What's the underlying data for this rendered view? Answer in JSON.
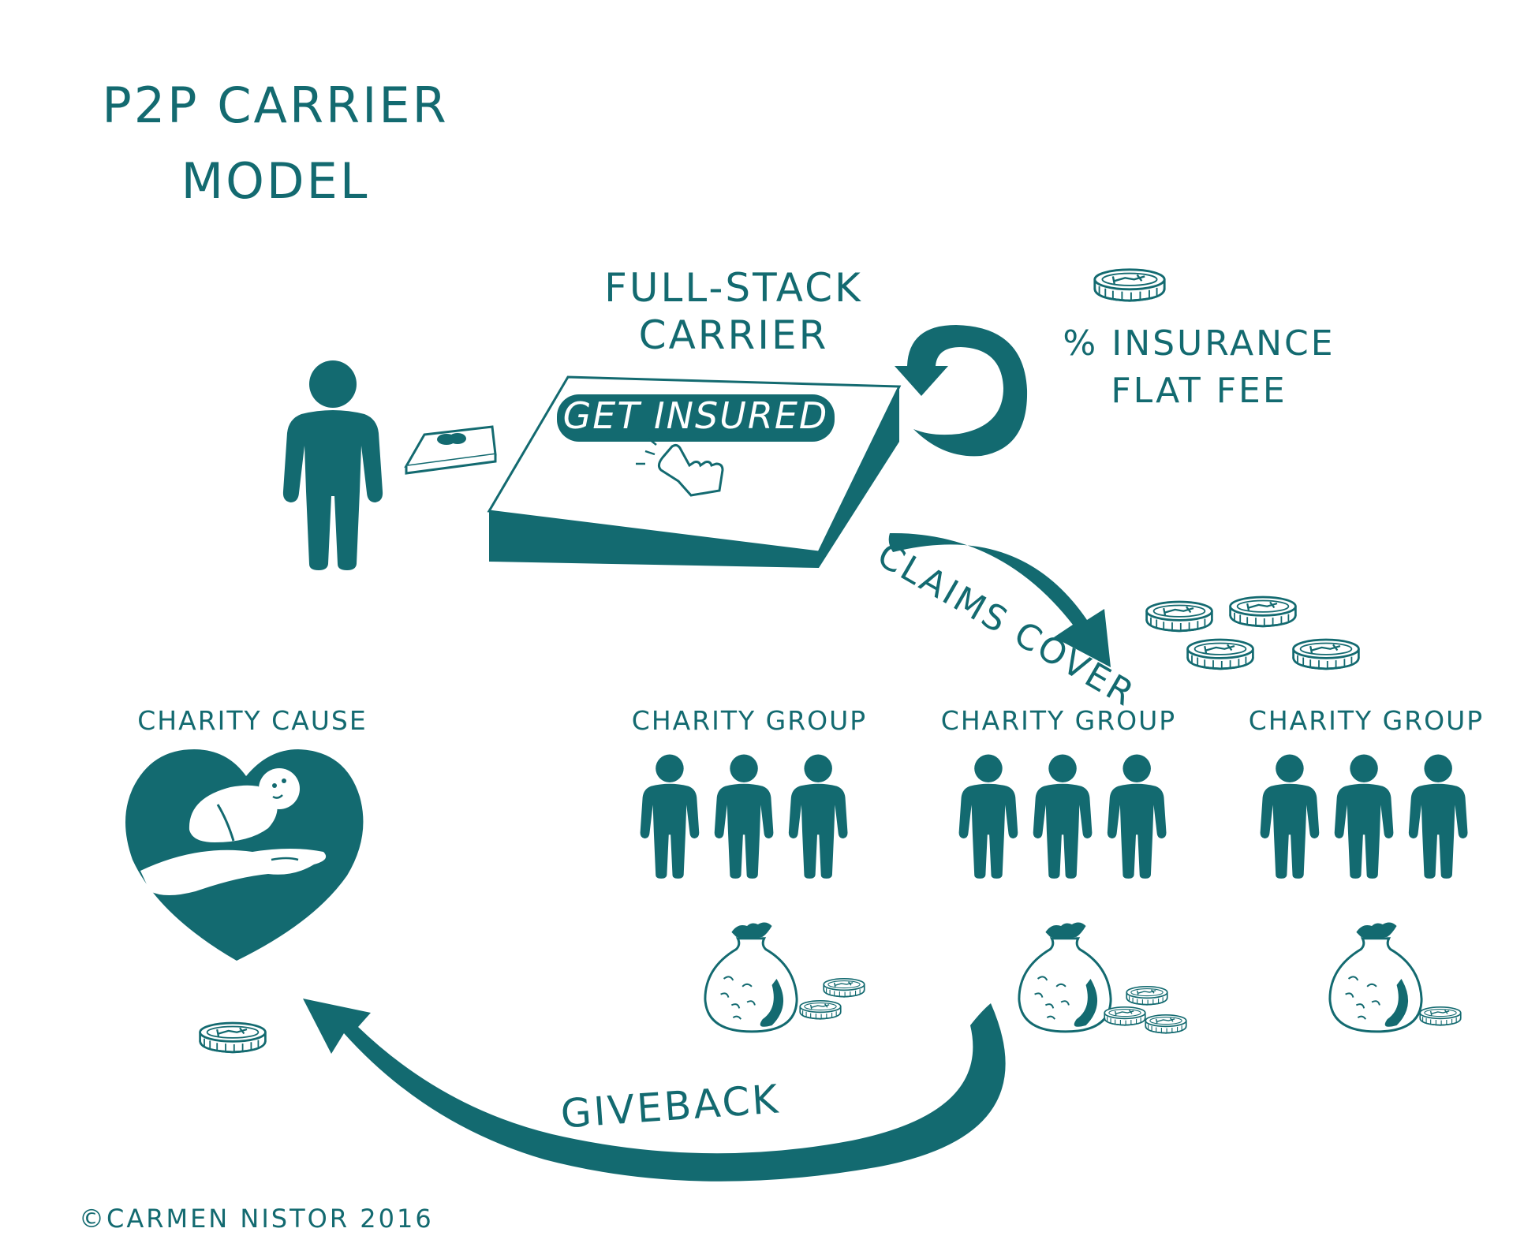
{
  "title": {
    "line1": "P2P CARRIER",
    "line2": "MODEL"
  },
  "carrier": {
    "label_line1": "FULL-STACK",
    "label_line2": "CARRIER",
    "button_label": "GET INSURED"
  },
  "fee": {
    "line1": "% INSURANCE",
    "line2": "FLAT FEE"
  },
  "claims_label": "CLAIMS COVER",
  "giveback_label": "GIVEBACK",
  "charity_cause_label": "CHARITY CAUSE",
  "groups": [
    {
      "label": "CHARITY GROUP"
    },
    {
      "label": "CHARITY GROUP"
    },
    {
      "label": "CHARITY GROUP"
    }
  ],
  "credit": "©CARMEN NISTOR 2016",
  "colors": {
    "ink": "#136a70",
    "background": "#ffffff"
  },
  "icons": [
    "person-icon",
    "credit-card-icon",
    "coin-icon",
    "money-bag-icon",
    "heart-icon",
    "baby-icon",
    "hand-icon",
    "pointer-hand-icon",
    "return-arrow-icon",
    "claims-arrow-icon",
    "giveback-arrow-icon"
  ]
}
